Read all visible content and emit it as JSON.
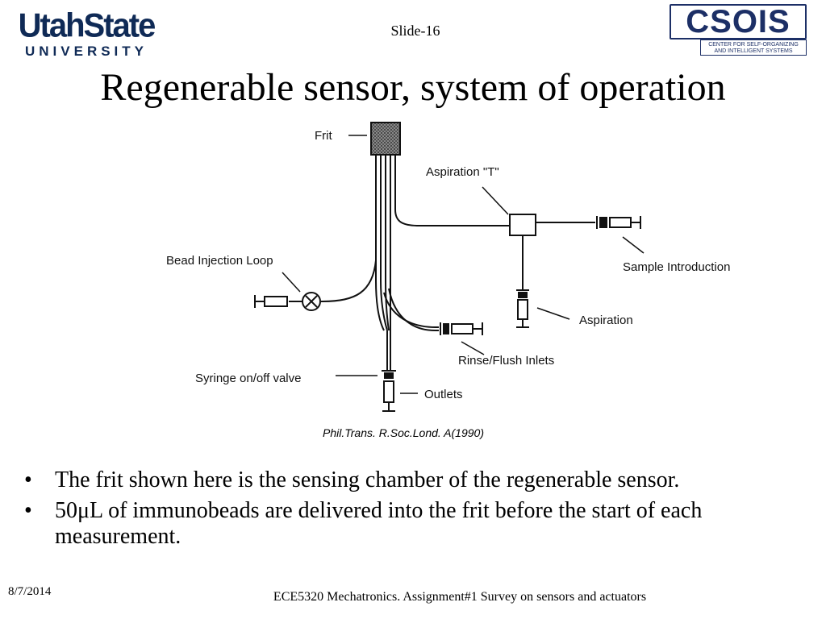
{
  "header": {
    "slide_number": "Slide-16",
    "logo_left": {
      "main": "UtahState",
      "sub": "UNIVERSITY"
    },
    "logo_right": {
      "main": "CSOIS",
      "line1": "CENTER FOR SELF-ORGANIZING",
      "line2": "AND INTELLIGENT SYSTEMS"
    }
  },
  "title": "Regenerable sensor, system of operation",
  "diagram": {
    "labels": {
      "frit": "Frit",
      "aspiration_t": "Aspiration \"T\"",
      "bead_injection_loop": "Bead Injection Loop",
      "sample_introduction": "Sample Introduction",
      "aspiration": "Aspiration",
      "rinse_flush_inlets": "Rinse/Flush Inlets",
      "syringe_valve": "Syringe on/off valve",
      "outlets": "Outlets"
    },
    "citation": "Phil.Trans. R.Soc.Lond. A(1990)"
  },
  "bullets": [
    {
      "marker": "•",
      "text": "The frit shown here is the sensing chamber of the regenerable sensor."
    },
    {
      "marker": "•",
      "text": "50μL of immunobeads are delivered into the frit before the start of each measurement."
    }
  ],
  "footer": {
    "date": "8/7/2014",
    "course": "ECE5320 Mechatronics. Assignment#1 Survey on sensors and actuators"
  }
}
